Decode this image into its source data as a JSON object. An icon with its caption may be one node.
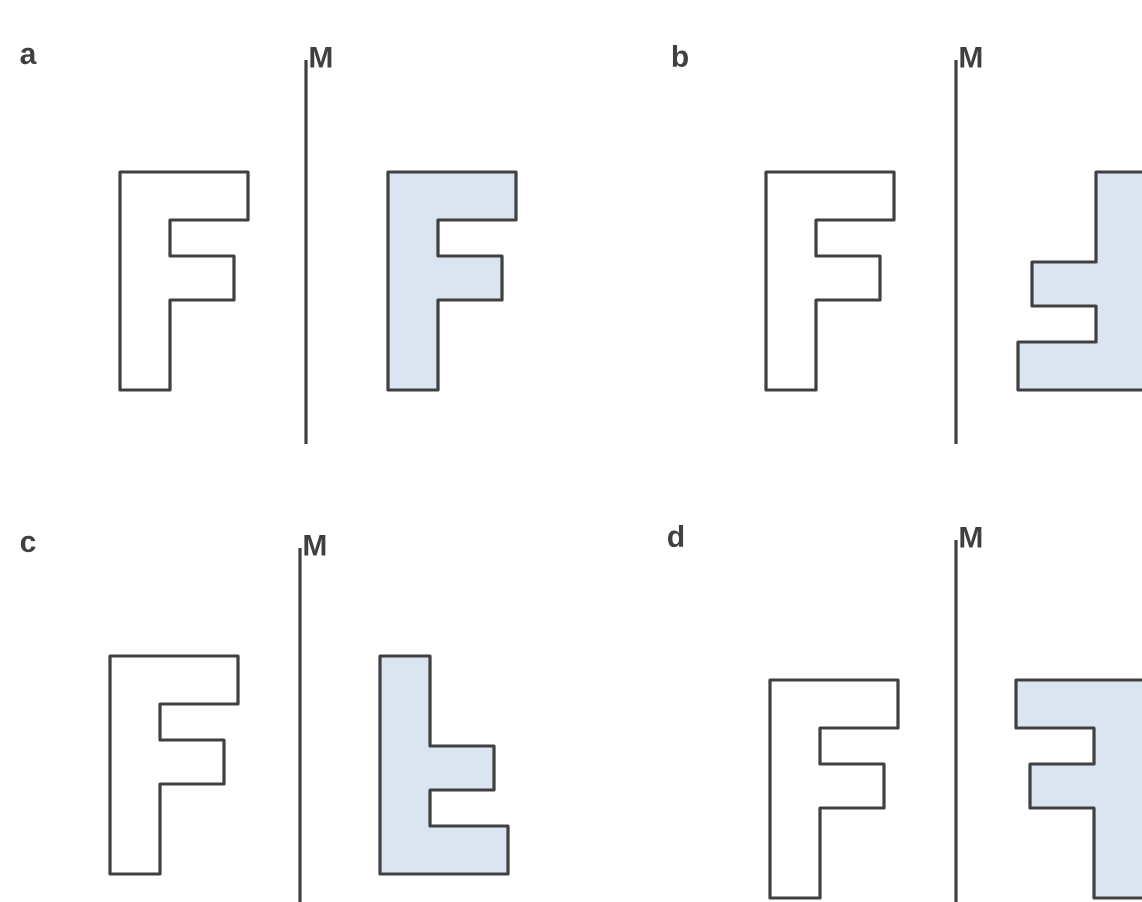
{
  "diagram": {
    "labels": [
      "a",
      "M",
      "b",
      "M",
      "c",
      "M",
      "d",
      "M"
    ]
  }
}
